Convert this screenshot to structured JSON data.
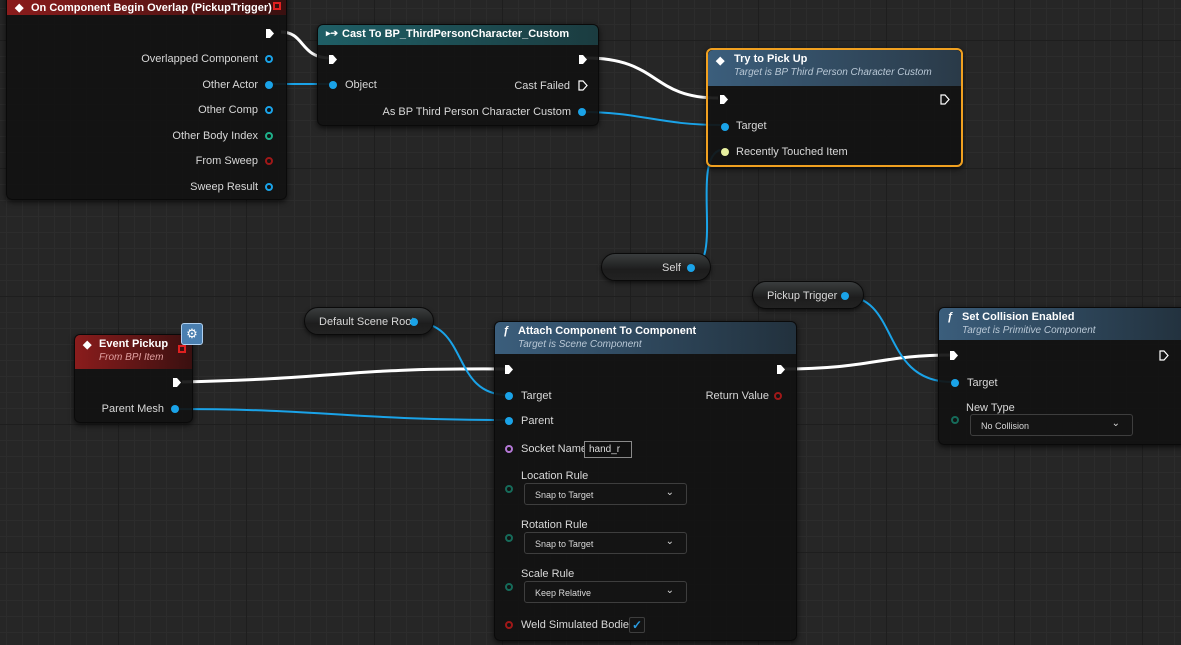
{
  "nodes": {
    "begin_overlap": {
      "title": "On Component Begin Overlap (PickupTrigger)",
      "pins": [
        "Overlapped Component",
        "Other Actor",
        "Other Comp",
        "Other Body Index",
        "From Sweep",
        "Sweep Result"
      ]
    },
    "cast": {
      "title": "Cast To BP_ThirdPersonCharacter_Custom",
      "object_label": "Object",
      "cast_failed_label": "Cast Failed",
      "as_label": "As BP Third Person Character Custom"
    },
    "try_pick_up": {
      "title": "Try to Pick Up",
      "subtitle": "Target is BP Third Person Character Custom",
      "target_label": "Target",
      "recent_label": "Recently Touched Item"
    },
    "self_node": {
      "label": "Self"
    },
    "pickup_trigger_node": {
      "label": "Pickup Trigger"
    },
    "default_scene_root_node": {
      "label": "Default Scene Root"
    },
    "event_pickup": {
      "title": "Event Pickup",
      "subtitle": "From BPI Item",
      "parent_mesh_label": "Parent Mesh"
    },
    "attach": {
      "title": "Attach Component To Component",
      "subtitle": "Target is Scene Component",
      "target_label": "Target",
      "parent_label": "Parent",
      "socket_name_label": "Socket Name",
      "socket_name_value": "hand_r",
      "return_value_label": "Return Value",
      "location_rule_label": "Location Rule",
      "location_rule_value": "Snap to Target",
      "rotation_rule_label": "Rotation Rule",
      "rotation_rule_value": "Snap to Target",
      "scale_rule_label": "Scale Rule",
      "scale_rule_value": "Keep Relative",
      "weld_label": "Weld Simulated Bodies",
      "weld_checked": true
    },
    "set_collision": {
      "title": "Set Collision Enabled",
      "subtitle": "Target is Primitive Component",
      "target_label": "Target",
      "new_type_label": "New Type",
      "new_type_value": "No Collision"
    }
  },
  "colors": {
    "event_header": "#8a1c1c",
    "cast_header": "#1f5f66",
    "function_header": "#3b5e7c",
    "selection_outline": "#f0a020",
    "object_pin": "#1aa3e8"
  }
}
